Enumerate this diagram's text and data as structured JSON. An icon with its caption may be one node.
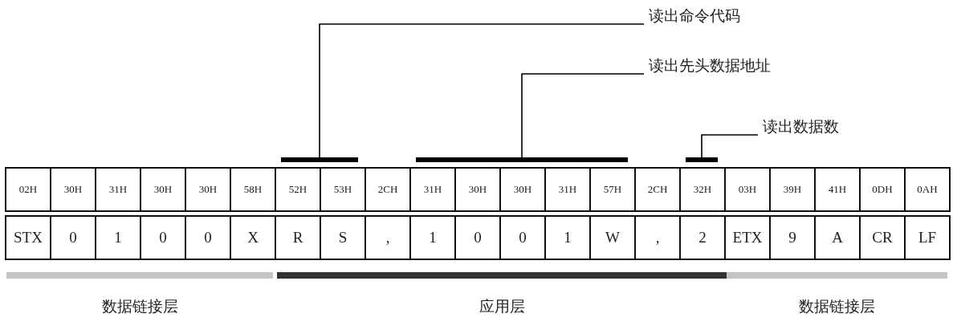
{
  "diagram": {
    "nodes": [
      {
        "text": [
          "读出命令代码"
        ]
      },
      {
        "text": [
          "读出先头数据地址"
        ]
      },
      {
        "text": [
          "读出数据数"
        ]
      },
      {
        "text": [],
        "shape": "bar"
      },
      {
        "text": [],
        "shape": "bar"
      },
      {
        "text": [],
        "shape": "bar"
      }
    ],
    "edges": [
      {
        "from": 0,
        "to": 3,
        "arrow": "none"
      },
      {
        "from": 1,
        "to": 4,
        "arrow": "none"
      },
      {
        "from": 2,
        "to": 5,
        "arrow": "none"
      }
    ],
    "labels": [
      "02H",
      "30H",
      "31H",
      "30H",
      "30H",
      "58H",
      "52H",
      "53H",
      "2CH",
      "31H",
      "30H",
      "30H",
      "31H",
      "57H",
      "2CH",
      "32H",
      "03H",
      "39H",
      "41H",
      "0DH",
      "0AH",
      "STX",
      "0",
      "1",
      "0",
      "0",
      "X",
      "R",
      "S",
      ",",
      "1",
      "0",
      "0",
      "1",
      "W",
      ",",
      "2",
      "ETX",
      "9",
      "A",
      "CR",
      "LF",
      "数据链接层",
      "应用层",
      "数据链接层"
    ]
  }
}
